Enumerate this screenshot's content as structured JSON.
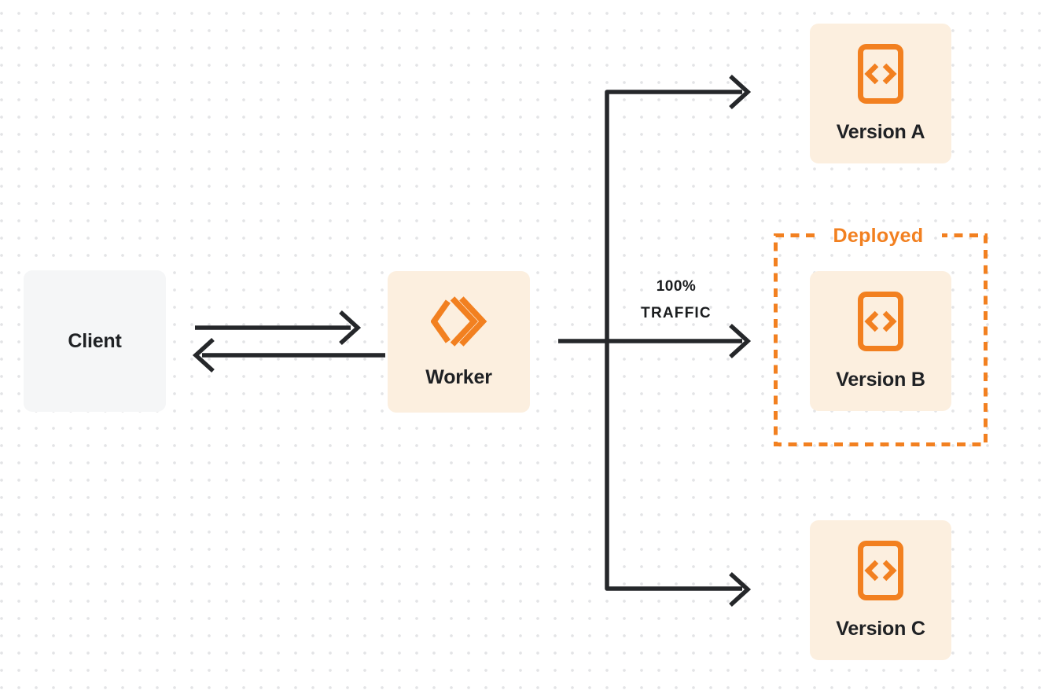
{
  "nodes": {
    "client": {
      "label": "Client"
    },
    "worker": {
      "label": "Worker"
    },
    "versions": [
      {
        "id": "version-a",
        "label": "Version A"
      },
      {
        "id": "version-b",
        "label": "Version B"
      },
      {
        "id": "version-c",
        "label": "Version C"
      }
    ]
  },
  "deployed_group": {
    "label": "Deployed"
  },
  "traffic": {
    "percent": "100%",
    "word": "TRAFFIC"
  },
  "icons": {
    "worker_icon": "cloudflare-workers-icon",
    "version_icon": "code-document-icon"
  },
  "colors": {
    "accent_orange": "#F28020",
    "node_cream_bg": "#FCEFDF",
    "client_gray_bg": "#F5F6F7",
    "arrow_dark": "#25272A",
    "text_dark": "#1F2124",
    "grid_dot": "#E3E4E6"
  }
}
